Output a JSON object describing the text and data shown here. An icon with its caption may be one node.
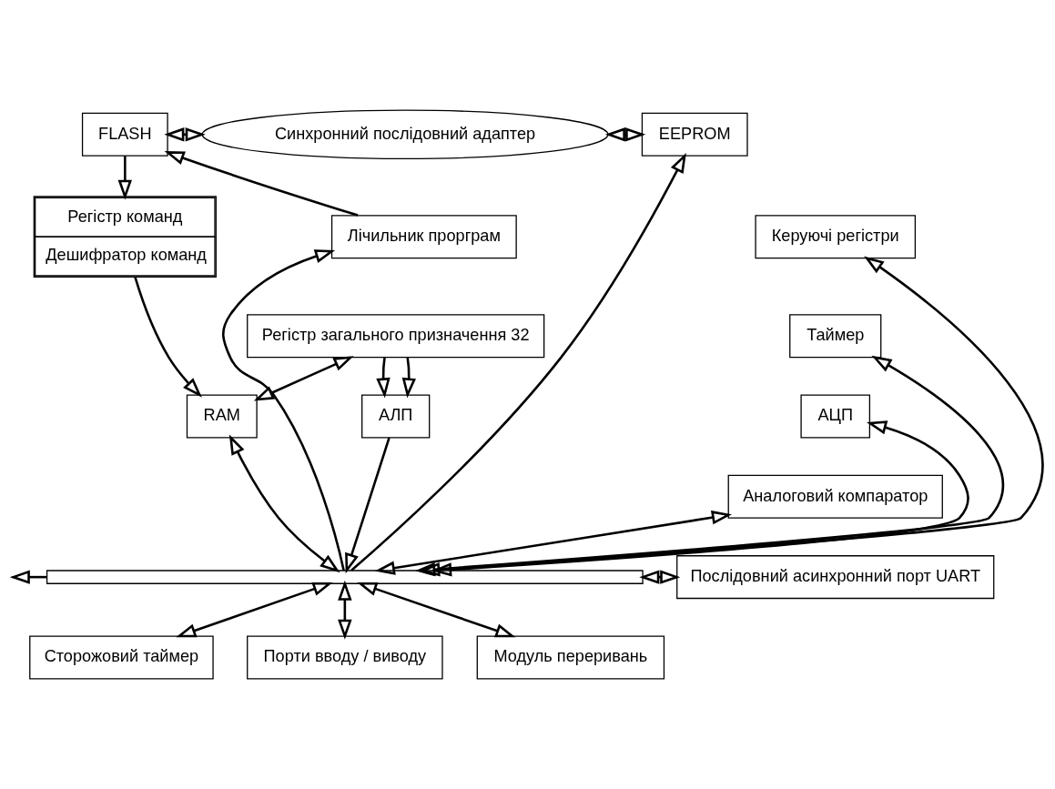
{
  "diagram": {
    "nodes": [
      {
        "text": [
          "FLASH"
        ]
      },
      {
        "text": [
          "Синхронний послідовний адаптер"
        ]
      },
      {
        "text": [
          "EEPROM"
        ]
      },
      {
        "text": [
          "Лічильник прорграм"
        ]
      },
      {
        "text": [
          "Регістр команд",
          "Дешифратор команд"
        ]
      },
      {
        "text": [
          "Регістр загального призначення 32"
        ]
      },
      {
        "text": [
          "RAM"
        ]
      },
      {
        "text": [
          "АЛП"
        ]
      },
      {
        "text": [
          "Керуючі регістри"
        ]
      },
      {
        "text": [
          "Таймер"
        ]
      },
      {
        "text": [
          "АЦП"
        ]
      },
      {
        "text": [
          "Аналоговий компаратор"
        ]
      },
      {
        "text": [
          "Послідовний асинхронний порт UART"
        ]
      },
      {
        "text": [
          "Сторожовий таймер"
        ]
      },
      {
        "text": [
          "Порти вводу / виводу"
        ]
      },
      {
        "text": [
          "Модуль переривань"
        ]
      },
      {
        "text": [],
        "shape": "bar"
      }
    ],
    "edges": [
      {
        "from": 0,
        "to": 1,
        "arrow": "both"
      },
      {
        "from": 1,
        "to": 2,
        "arrow": "both"
      },
      {
        "from": 0,
        "to": 4,
        "arrow": "to"
      },
      {
        "from": 3,
        "to": 0,
        "arrow": "to"
      },
      {
        "from": 16,
        "to": 3,
        "arrow": "to"
      },
      {
        "from": 16,
        "to": 2,
        "arrow": "to"
      },
      {
        "from": 4,
        "to": 6,
        "arrow": "to"
      },
      {
        "from": 6,
        "to": 5,
        "arrow": "both"
      },
      {
        "from": 5,
        "to": 7,
        "arrow": "to"
      },
      {
        "from": 5,
        "to": 7,
        "arrow": "to"
      },
      {
        "from": 6,
        "to": 16,
        "arrow": "both"
      },
      {
        "from": 7,
        "to": 16,
        "arrow": "to"
      },
      {
        "from": 16,
        "to": null,
        "arrow": "to"
      },
      {
        "from": 16,
        "to": 8,
        "arrow": "both"
      },
      {
        "from": 16,
        "to": 9,
        "arrow": "both"
      },
      {
        "from": 16,
        "to": 10,
        "arrow": "both"
      },
      {
        "from": 16,
        "to": 11,
        "arrow": "both"
      },
      {
        "from": 16,
        "to": 12,
        "arrow": "both"
      },
      {
        "from": 16,
        "to": 13,
        "arrow": "both"
      },
      {
        "from": 16,
        "to": 14,
        "arrow": "both"
      },
      {
        "from": 16,
        "to": 15,
        "arrow": "both"
      }
    ]
  }
}
